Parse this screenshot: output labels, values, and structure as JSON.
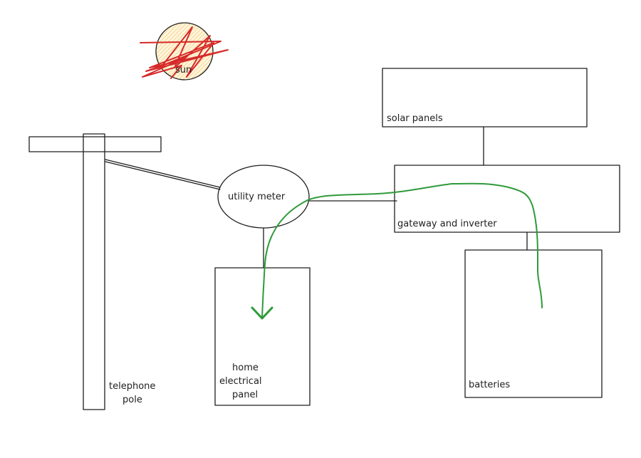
{
  "diagram": {
    "sun": {
      "label": "sun",
      "fill": "#ffe8b0",
      "scribble_color": "#d62a2a"
    },
    "telephone_pole": {
      "label_line1": "telephone",
      "label_line2": "pole"
    },
    "utility_meter": {
      "label": "utility meter"
    },
    "home_panel": {
      "label_line1": "home",
      "label_line2": "electrical",
      "label_line3": "panel"
    },
    "solar_panels": {
      "label": "solar panels"
    },
    "gateway": {
      "label": "gateway and inverter"
    },
    "batteries": {
      "label": "batteries"
    },
    "flow": {
      "color": "#2f9a3a",
      "direction": "batteries-to-home-panel"
    },
    "stroke_color": "#1e1e1e"
  }
}
